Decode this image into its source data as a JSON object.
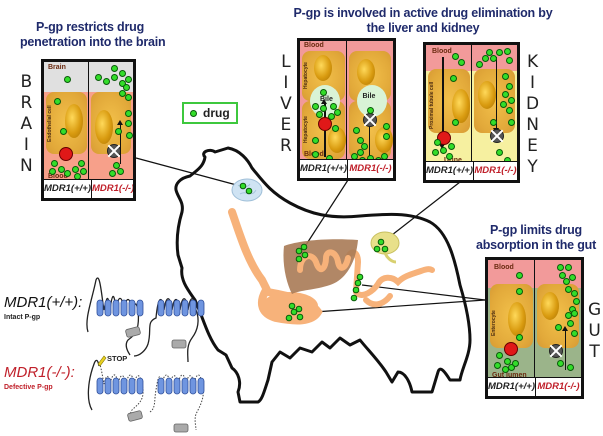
{
  "legend": {
    "label": "drug",
    "icon": "green-dot-icon",
    "color": "#33dd2a"
  },
  "titles": {
    "brain": [
      "P-gp restricts drug",
      "penetration into the brain"
    ],
    "liver_kidney": [
      "P-gp is involved in active drug elimination by",
      "the liver and kidney"
    ],
    "gut": [
      "P-gp limits drug",
      "absorption in the gut"
    ]
  },
  "organ_labels": {
    "brain": [
      "B",
      "R",
      "A",
      "I",
      "N"
    ],
    "liver": [
      "L",
      "I",
      "V",
      "E",
      "R"
    ],
    "kidney": [
      "K",
      "I",
      "D",
      "N",
      "E",
      "Y"
    ],
    "gut": [
      "G",
      "U",
      "T"
    ]
  },
  "panels": {
    "brain": {
      "top_label": "Brain",
      "bottom_label": "Blood",
      "cell_label": "Endothelial cell",
      "genotypes": [
        "MDR1(+/+)",
        "MDR1(-/-)"
      ]
    },
    "liver": {
      "top_label": "Blood",
      "bottom_label": "Blood",
      "middle_label": "Bile",
      "cell_label": "Hepatocyte",
      "genotypes": [
        "MDR1(+/+)",
        "MDR1(-/-)"
      ]
    },
    "kidney": {
      "top_label": "Blood",
      "bottom_label": "Urine",
      "cell_label": "Proximal tubule cell",
      "genotypes": [
        "MDR1(+/+)",
        "MDR1(-/-)"
      ]
    },
    "gut": {
      "top_label": "Blood",
      "bottom_label": "Gut lumen",
      "cell_label": "Enterocyte",
      "genotypes": [
        "MDR1(+/+)",
        "MDR1(-/-)"
      ]
    }
  },
  "genotype_key": {
    "wildtype": {
      "label": "MDR1(+/+):",
      "sub": "Intact P-gp",
      "color": "#111111"
    },
    "knockout": {
      "label": "MDR1(-/-):",
      "sub": "Defective P-gp",
      "color": "#c0202a",
      "marker": "STOP"
    }
  },
  "colors": {
    "title": "#1f2a6b",
    "blood": "#f29a9a",
    "brain_space": "#e0e0e0",
    "urine": "#f6f0a0",
    "gut_lumen": "#9bb48a",
    "cell": "#e2a93a",
    "pgp": "#e01818",
    "gi_tract": "#f7b27a"
  }
}
